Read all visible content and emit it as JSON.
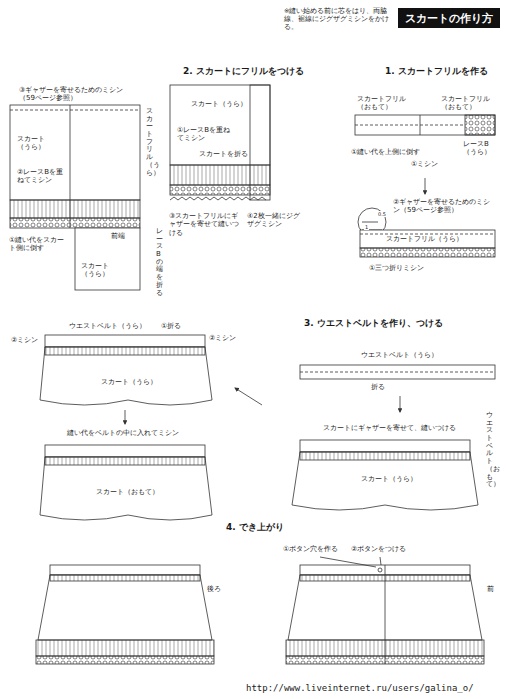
{
  "diagram": {
    "title": "スカートの作り方",
    "labels": [
      "※縫い始める前に芯をはり、両脇線、裾線にジグザグミシンをかける。",
      "1. スカートフリルを作る",
      "スカートフリル（おもて）",
      "スカートフリル（おもて）",
      "①縫い代を上側に倒す",
      "①ミシン",
      "レースB（うら）",
      "②ギャザーを寄せるためのミシン（59ページ参照）",
      "0.5",
      "1",
      "スカートフリル（うら）",
      "①三つ折りミシン",
      "2. スカートにフリルをつける",
      "③ギャザーを寄せるためのミシン（59ページ参照）",
      "スカート（うら）",
      "②レースBを重ねてミシン",
      "スカートフリル（うら）",
      "①縫い代をスカート側に倒す",
      "スカート（うら）",
      "前端",
      "レースBの端を折る",
      "スカート（うら）",
      "①レースBを重ねてミシン",
      "スカートを折る",
      "③スカートフリルにギャザーを寄せて縫いつける",
      "④2枚一緒にジグザグミシン",
      "3. ウエストベルトを作り、つける",
      "ウエストベルト（うら）",
      "折る",
      "スカートにギャザーを寄せて、縫いつける",
      "ウエストベルト（おもて）",
      "スカート（うら）",
      "ウエストベルト（うら）",
      "②ミシン",
      "①折る",
      "②ミシン",
      "スカート（うら）",
      "縫い代をベルトの中に入れてミシン",
      "スカート（おもて）",
      "4. でき上がり",
      "後ろ",
      "①ボタン穴を作る",
      "②ボタンをつける",
      "前",
      "http://www.liveinternet.ru/users/galina_o/"
    ]
  }
}
